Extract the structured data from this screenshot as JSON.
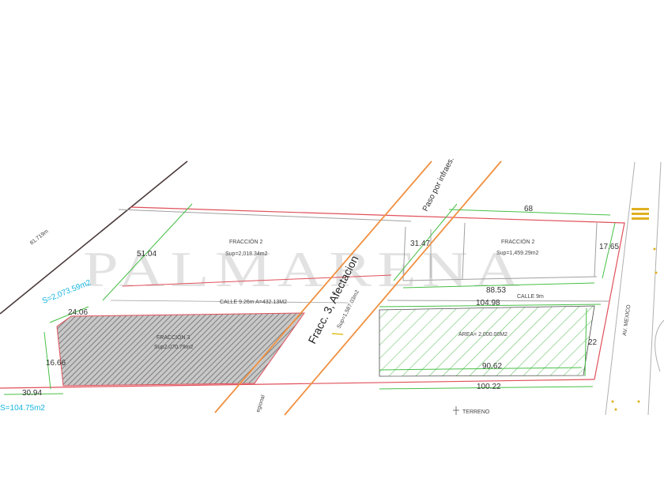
{
  "watermark": "PALMARENA",
  "labels": {
    "dim_51_04": "51.04",
    "dim_81_719": "81.719m",
    "area_left": "S=2,073.59m2",
    "dim_24_06": "24.06",
    "dim_16_66": "16.66",
    "dim_30_94": "30.94",
    "area_bottom_left": "S=104.75m2",
    "fraccion2_left_title": "FRACCIÓN 2",
    "fraccion2_left_area": "Sup=2,018.34m2",
    "calle_top": "CALLE 9.26m A=432.13M2",
    "fraccion3_title": "FRACCIÓN 3",
    "fraccion3_area": "Sup2,070.79m2",
    "fracc_afectacion": "Fracc. 3, Afectacion",
    "afectacion_area": "Sup=1,587.03m2",
    "paso_infraes": "Paso por infraes.",
    "dim_68": "68",
    "dim_31_47": "31.47",
    "fraccion2_right_title": "FRACCIÓN 2",
    "fraccion2_right_area": "Sup=1,459.29m2",
    "dim_17_65": "17.65",
    "dim_88_53": "88.53",
    "calle_9m": "CALLE 9m",
    "dim_104_98": "104.98",
    "area_right": "AREA= 2,000.00M2",
    "dim_22": "22",
    "dim_90_62": "90.62",
    "dim_100_22": "100.22",
    "av_mexico": "AV. MEXICO",
    "terreno": "TERRENO",
    "regional": "egional"
  },
  "colors": {
    "boundary": "#e0505a",
    "dimension": "#46c046",
    "orange": "#f09040",
    "hatch": "#707070",
    "gray_line": "#a0a0a0",
    "dark_line": "#4a3a3a",
    "cyan": "#18b5e0"
  }
}
